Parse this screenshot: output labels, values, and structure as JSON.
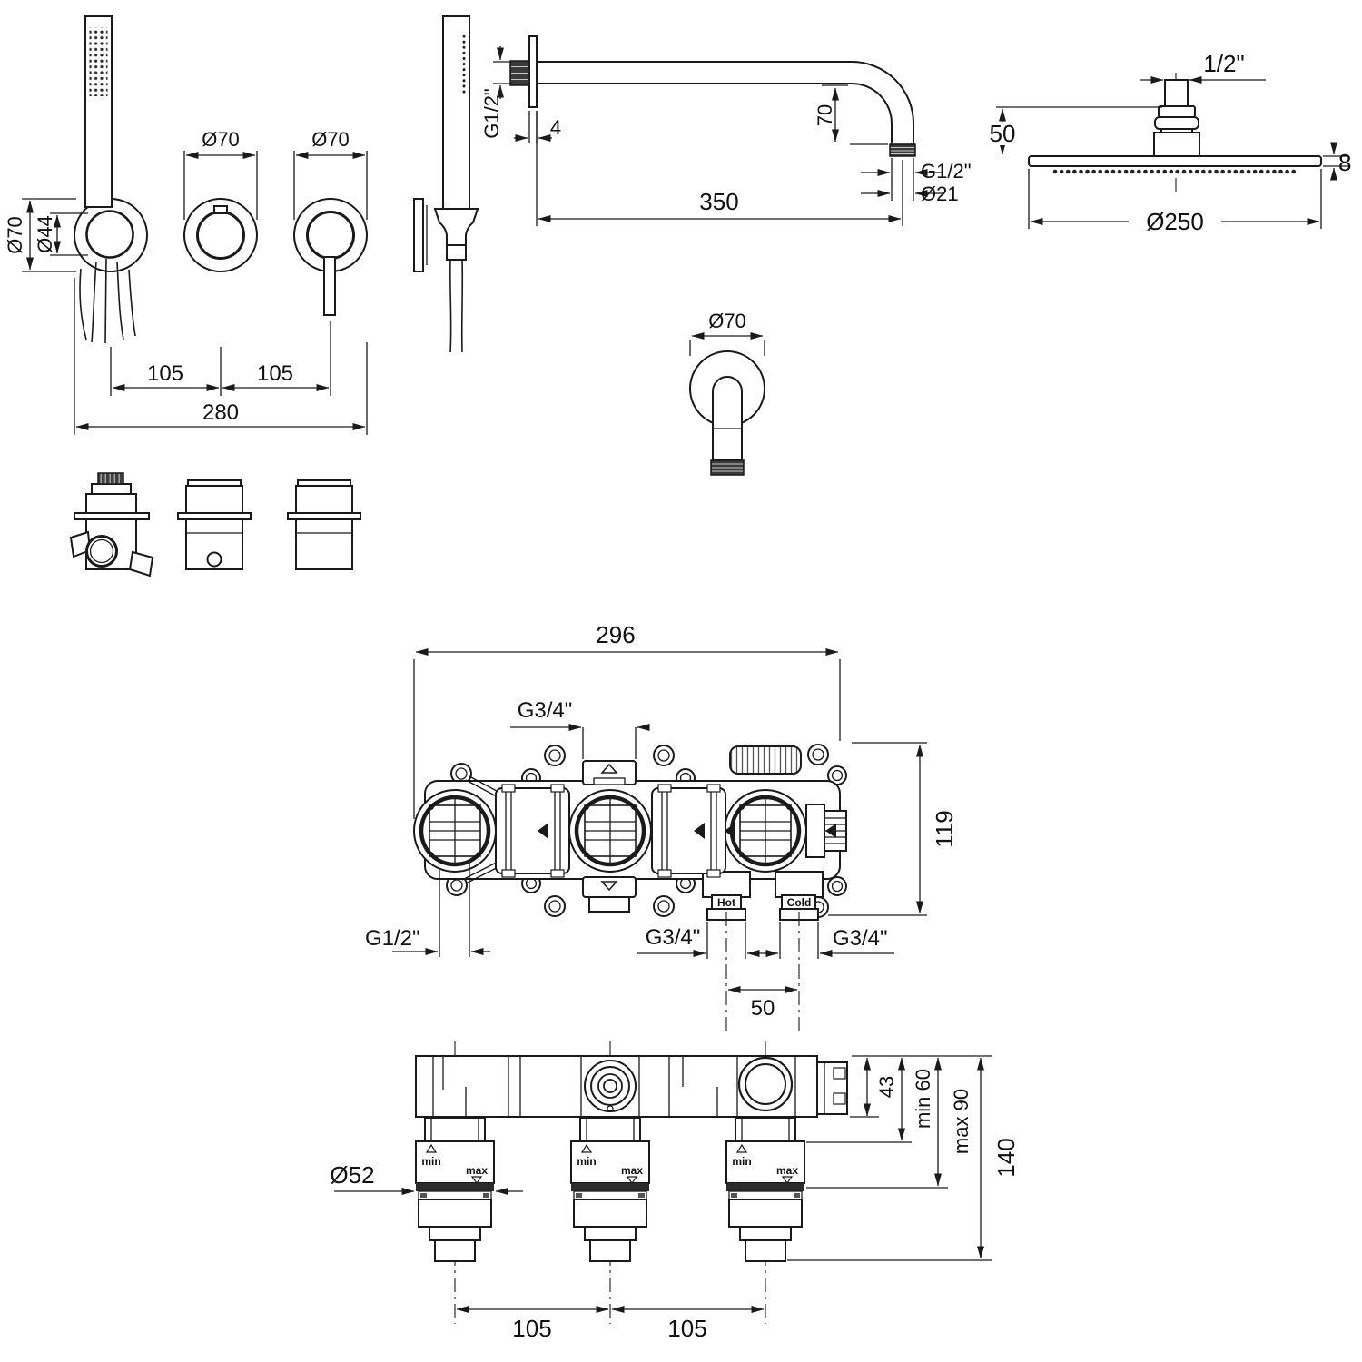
{
  "drawing": {
    "background": "#ffffff",
    "ink": "#1a1a1a",
    "handset_assembly": {
      "escutcheon_dia": "Ø70",
      "holder_dia": "Ø44",
      "knob1_dia": "Ø70",
      "knob2_dia": "Ø70",
      "pitch_left": "105",
      "pitch_right": "105",
      "overall_width": "280"
    },
    "shower_arm": {
      "wall_thread": "G1/2\"",
      "flange_offset": "4",
      "drop_height": "70",
      "length": "350",
      "outlet_thread": "G1/2\"",
      "outlet_dia": "Ø21"
    },
    "shower_head": {
      "connection": "1/2\"",
      "hub_height": "50",
      "plate_thickness": "8",
      "diameter": "Ø250"
    },
    "wall_outlet": {
      "escutcheon_dia": "Ø70"
    },
    "valve_front": {
      "overall_width": "296",
      "overall_height": "119",
      "top_outlet": "G3/4\"",
      "left_outlet": "G1/2\"",
      "hot_inlet": "G3/4\"",
      "cold_inlet": "G3/4\"",
      "hot_label": "Hot",
      "cold_label": "Cold",
      "inlet_pitch": "50"
    },
    "valve_side": {
      "trim_dia": "Ø52",
      "body_depth": "43",
      "min_depth": "min 60",
      "max_depth": "max 90",
      "overall_depth": "140",
      "pitch_left": "105",
      "pitch_right": "105",
      "min_mark": "min",
      "max_mark": "max"
    }
  }
}
